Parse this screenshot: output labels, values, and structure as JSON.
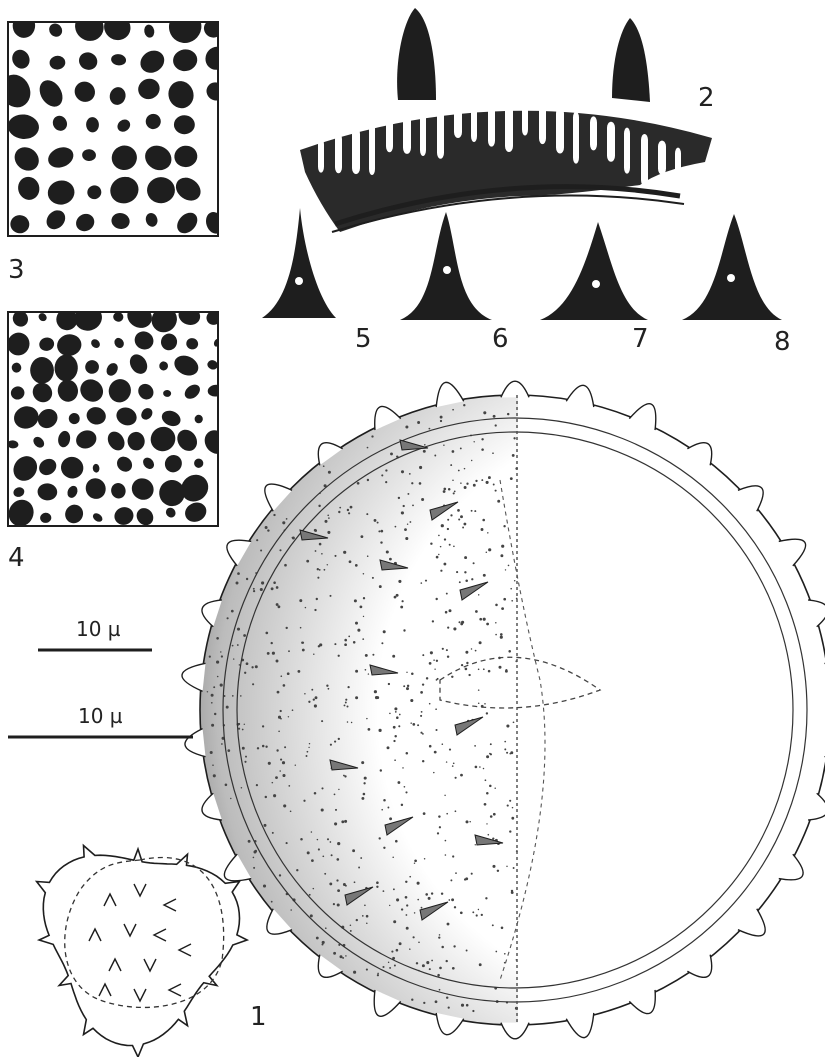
{
  "figure": {
    "labels": {
      "fig1": "1",
      "fig2": "2",
      "fig3": "3",
      "fig4": "4",
      "fig5": "5",
      "fig6": "6",
      "fig7": "7",
      "fig8": "8"
    },
    "scale_bars": [
      {
        "label": "10 µ"
      },
      {
        "label": "10 µ"
      }
    ],
    "colors": {
      "ink": "#1e1e1e",
      "paper": "#ffffff",
      "stipple": "#444444"
    }
  }
}
